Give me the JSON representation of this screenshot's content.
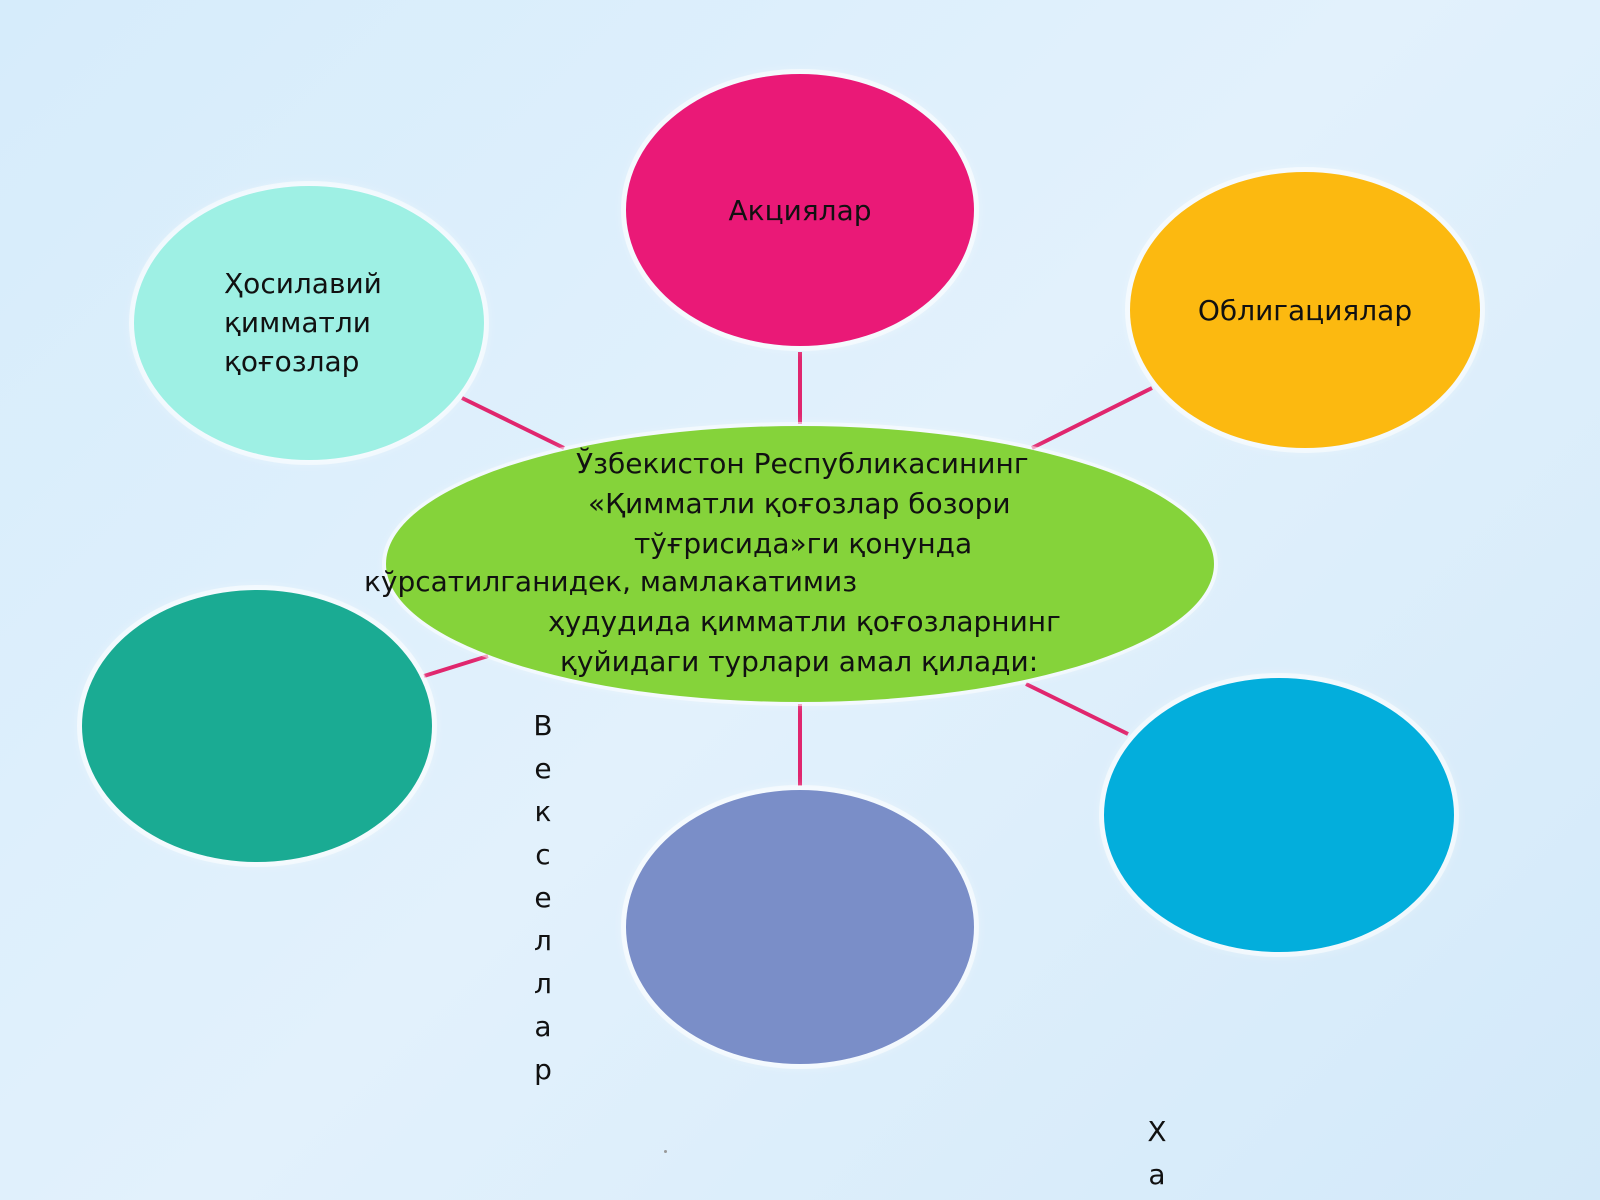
{
  "center": {
    "lines": [
      "Ўзбекистон Республикасининг",
      "«Қимматли қоғозлар бозори",
      "тўғрисида»ги қонунда",
      "кўрсатилганидек, мамлакатимиз",
      "ҳудудида қимматли қоғозларнинг",
      "қуйидаги турлари амал қилади:"
    ]
  },
  "nodes": {
    "stocks": {
      "label": "Акциялар",
      "color": "#ea1977"
    },
    "bonds": {
      "label": "Облигациялар",
      "color": "#fcb910"
    },
    "derivatives": {
      "label": "Ҳосилавий\nқимматли\nқоғозлар",
      "color": "#9ef0e4"
    },
    "teal": {
      "label": "",
      "color": "#1aab93"
    },
    "purple": {
      "label": "",
      "color": "#7a8ec8"
    },
    "blue": {
      "label": "",
      "color": "#03aedc"
    }
  },
  "vertical_labels": {
    "bills": "Векселлар",
    "partial": "Ха"
  },
  "connector_color": "#e0266e",
  "center_color": "#85d33a"
}
